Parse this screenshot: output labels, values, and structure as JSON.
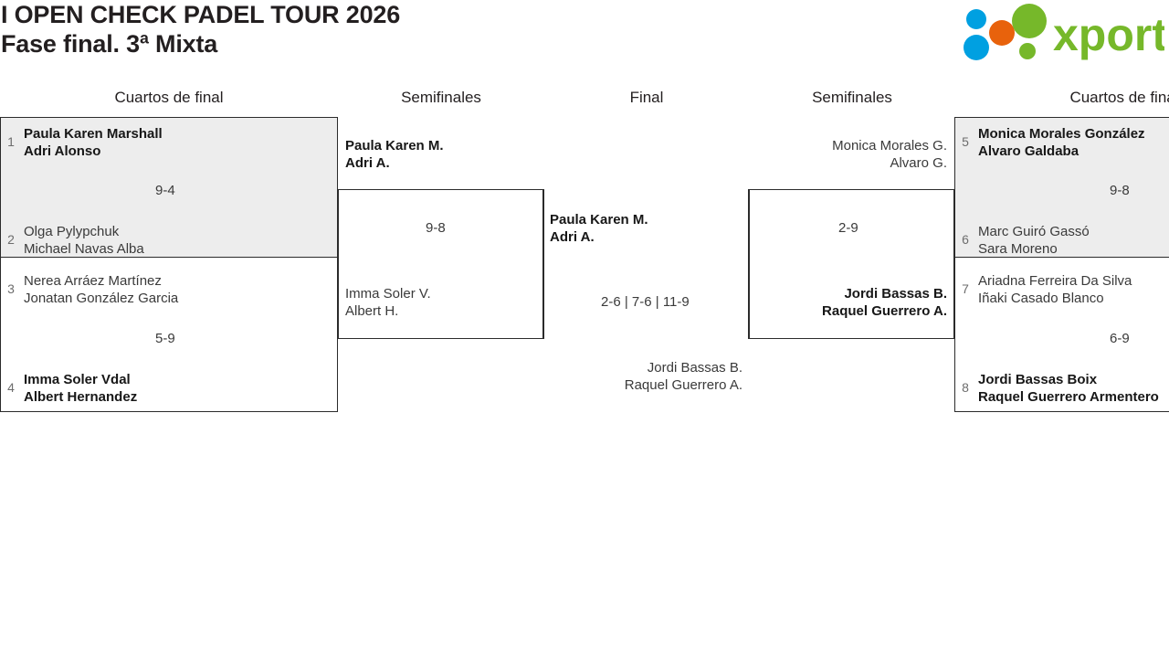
{
  "header": {
    "title_line1": "I OPEN CHECK PADEL TOUR 2026",
    "title_line2": "Fase final. 3ª Mixta",
    "logo_text": "xporty",
    "logo_colors": {
      "green": "#76b82a",
      "blue": "#00a0e1",
      "orange": "#e8620c"
    }
  },
  "colors": {
    "shaded_row": "#ededed",
    "border": "#2b2b2b",
    "text": "#231f20",
    "muted": "#6d6d6d"
  },
  "rounds": [
    {
      "label": "Cuartos de final"
    },
    {
      "label": "Semifinales"
    },
    {
      "label": "Final"
    },
    {
      "label": "Semifinales"
    },
    {
      "label": "Cuartos de final"
    }
  ],
  "left": {
    "quarterfinals": [
      {
        "score": "9-4",
        "teams": [
          {
            "seed": "1",
            "p1": "Paula Karen Marshall",
            "p2": "Adri Alonso",
            "winner": true
          },
          {
            "seed": "2",
            "p1": "Olga Pylypchuk",
            "p2": "Michael Navas Alba",
            "winner": false
          }
        ]
      },
      {
        "score": "5-9",
        "teams": [
          {
            "seed": "3",
            "p1": "Nerea Arráez Martínez",
            "p2": "Jonatan González Garcia",
            "winner": false
          },
          {
            "seed": "4",
            "p1": "Imma Soler Vdal",
            "p2": "Albert Hernandez",
            "winner": true
          }
        ]
      }
    ],
    "semifinal": {
      "score": "9-8",
      "teams": [
        {
          "p1": "Paula Karen M.",
          "p2": "Adri A.",
          "winner": true
        },
        {
          "p1": "Imma Soler V.",
          "p2": "Albert H.",
          "winner": false
        }
      ]
    }
  },
  "final": {
    "score": "2-6 | 7-6 | 11-9",
    "teams": [
      {
        "p1": "Paula Karen M.",
        "p2": "Adri A.",
        "winner": true
      },
      {
        "p1": "Jordi Bassas B.",
        "p2": "Raquel Guerrero A.",
        "winner": false
      }
    ]
  },
  "right": {
    "semifinal": {
      "score": "2-9",
      "teams": [
        {
          "p1": "Monica Morales G.",
          "p2": "Alvaro G.",
          "winner": false
        },
        {
          "p1": "Jordi Bassas B.",
          "p2": "Raquel Guerrero A.",
          "winner": true
        }
      ]
    },
    "quarterfinals": [
      {
        "score": "9-8",
        "teams": [
          {
            "seed": "5",
            "p1": "Monica Morales González",
            "p2": "Alvaro Galdaba",
            "winner": true
          },
          {
            "seed": "6",
            "p1": "Marc Guiró Gassó",
            "p2": "Sara Moreno",
            "winner": false
          }
        ]
      },
      {
        "score": "6-9",
        "teams": [
          {
            "seed": "7",
            "p1": "Ariadna Ferreira Da Silva",
            "p2": "Iñaki Casado Blanco",
            "winner": false
          },
          {
            "seed": "8",
            "p1": "Jordi Bassas Boix",
            "p2": "Raquel Guerrero Armentero",
            "winner": true
          }
        ]
      }
    ]
  }
}
